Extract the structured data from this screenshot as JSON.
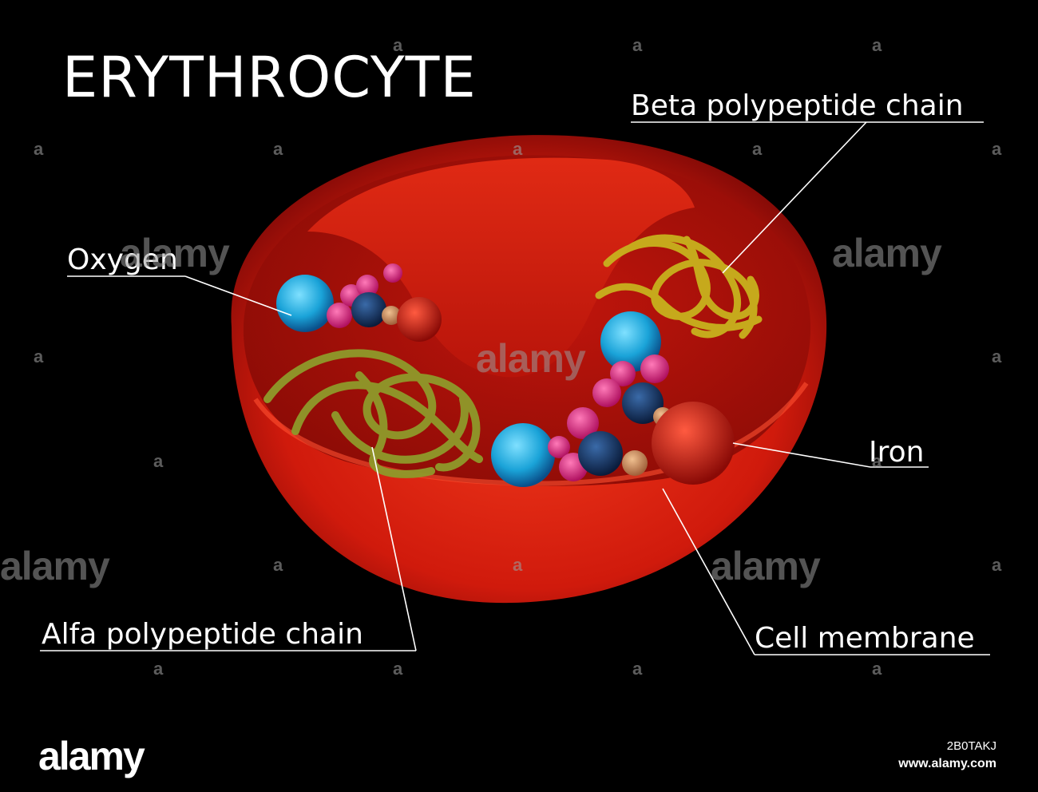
{
  "title": "ERYTHROCYTE",
  "labels": {
    "beta": "Beta polypeptide chain",
    "oxygen": "Oxygen",
    "iron": "Iron",
    "alfa": "Alfa polypeptide chain",
    "membrane": "Cell membrane"
  },
  "watermark": {
    "word": "alamy",
    "letter": "a"
  },
  "footer": {
    "brand": "alamy",
    "image_id": "2B0TAKJ",
    "url": "www.alamy.com"
  },
  "colors": {
    "background": "#000000",
    "cell": "#d81e10",
    "oxygen": "#1aa3d8",
    "magenta": "#e0287c",
    "navy": "#12305e",
    "chain_alfa": "#8f9a2a",
    "chain_beta": "#c8b21e",
    "label": "#ffffff"
  }
}
